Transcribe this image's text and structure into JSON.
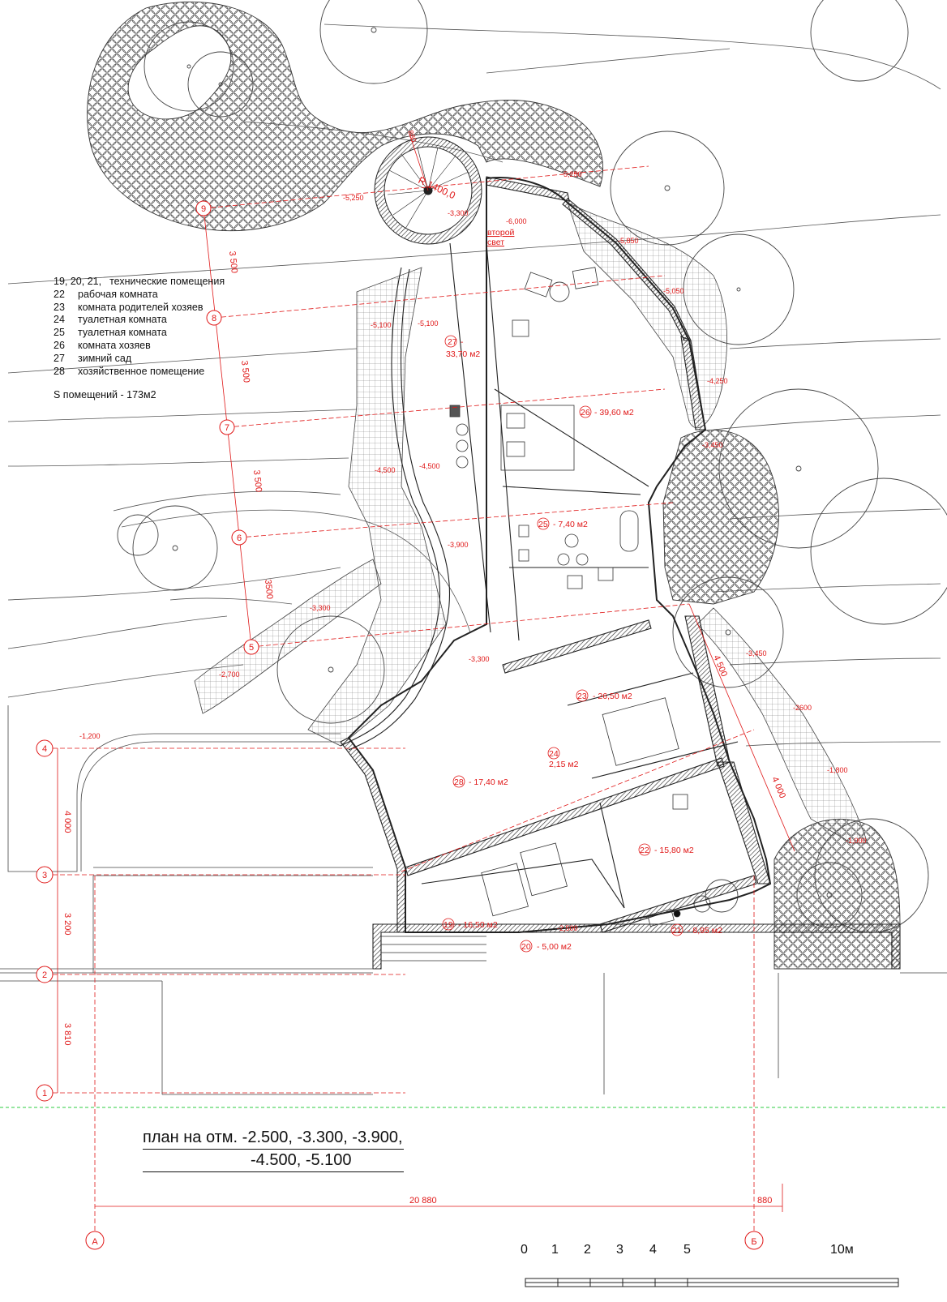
{
  "legend": [
    {
      "num": "19, 20, 21,",
      "text": "технические помещения"
    },
    {
      "num": "22",
      "text": "рабочая комната"
    },
    {
      "num": "23",
      "text": "комната родителей хозяев"
    },
    {
      "num": "24",
      "text": "туалетная комната"
    },
    {
      "num": "25",
      "text": "туалетная комната"
    },
    {
      "num": "26",
      "text": "комната хозяев"
    },
    {
      "num": "27",
      "text": "зимний сад"
    },
    {
      "num": "28",
      "text": "хозяйственное помещение"
    }
  ],
  "total_area": "S помещений - 173м2",
  "title": {
    "line1": "план на отм. -2.500, -3.300, -3.900,",
    "line2": "-4.500, -5.100"
  },
  "rooms": [
    {
      "num": "27",
      "area": "-",
      "area2": "33,70 м2"
    },
    {
      "num": "26",
      "area": "- 39,60 м2"
    },
    {
      "num": "25",
      "area": "- 7,40 м2"
    },
    {
      "num": "23",
      "area": "- 26,50 м2"
    },
    {
      "num": "24",
      "area": "2,15 м2"
    },
    {
      "num": "28",
      "area": "- 17,40 м2"
    },
    {
      "num": "22",
      "area": "- 15,80 м2"
    },
    {
      "num": "19",
      "area": "- 16,50 м2"
    },
    {
      "num": "20",
      "area": "- 5,00 м2"
    },
    {
      "num": "21",
      "area": "- 8,95 м2"
    }
  ],
  "second_light": [
    "второй",
    "свет"
  ],
  "levels": [
    "-5,250",
    "-5,250",
    "-3,300",
    "-6,000",
    "-5,850",
    "-5,050",
    "-5,100",
    "-5,100",
    "-4,250",
    "-3,450",
    "-4,500",
    "-4,500",
    "-3,900",
    "-3,300",
    "-2,700",
    "-3,300",
    "-1,200",
    "-3,450",
    "-2600",
    "-1,800",
    "-1,000",
    "-2,500"
  ],
  "radius_label": "R 1400,0",
  "radius_small": "880",
  "axes_left": [
    "4",
    "3",
    "2",
    "1"
  ],
  "axes_bottom": [
    "А",
    "Б"
  ],
  "axes_diag": [
    "9",
    "8",
    "7",
    "6",
    "5"
  ],
  "dims_left": [
    "4 000",
    "3 200",
    "3 810"
  ],
  "dims_diag": [
    "3 500",
    "3 500",
    "3 500",
    "3500"
  ],
  "dims_right": [
    "4 500",
    "4 000"
  ],
  "dims_bottom": [
    "20 880",
    "880"
  ],
  "scale_labels": [
    "0",
    "1",
    "2",
    "3",
    "4",
    "5",
    "10м"
  ]
}
